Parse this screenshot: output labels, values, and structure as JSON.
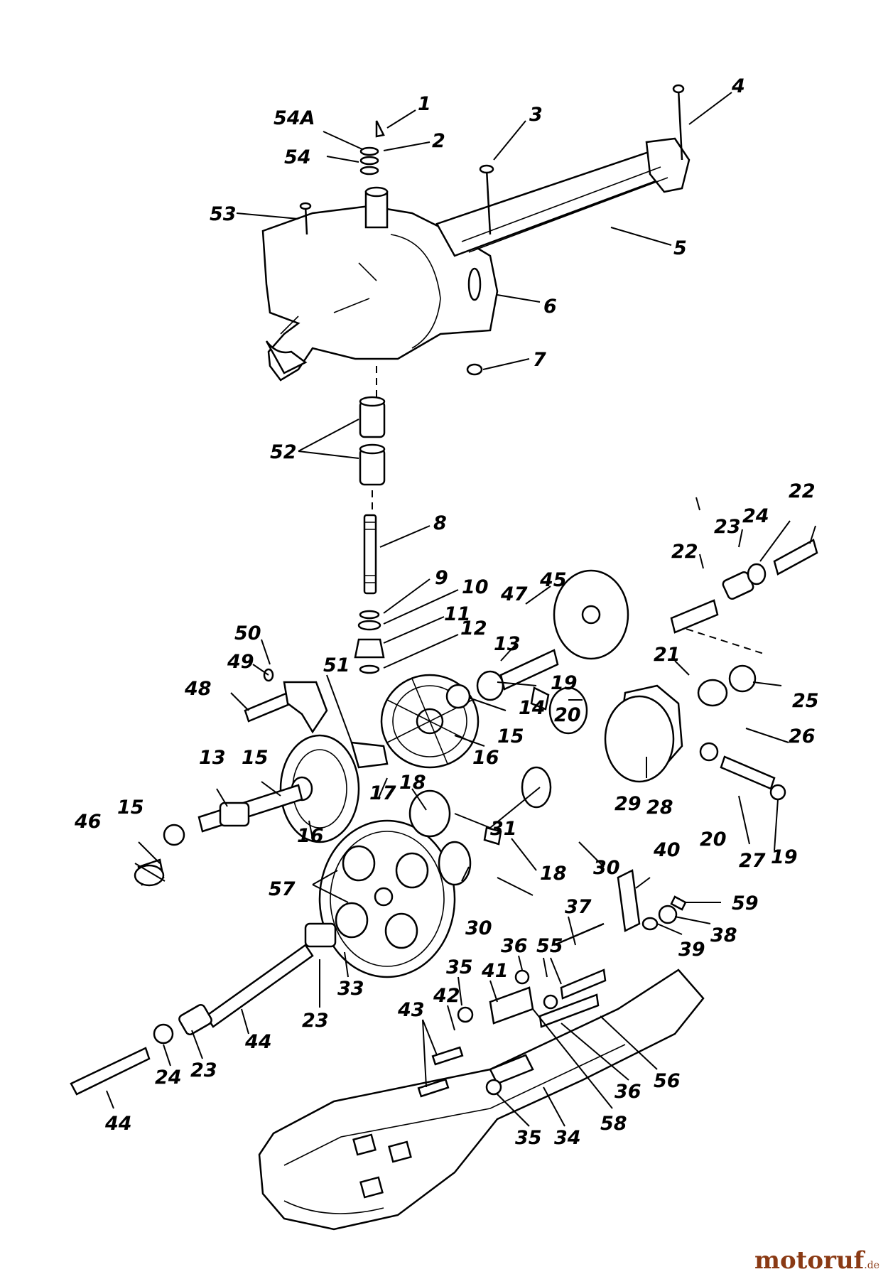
{
  "watermark": {
    "brand": "motoruf",
    "tld": ".de"
  },
  "parts": [
    {
      "id": "p1",
      "text": "1"
    },
    {
      "id": "p2",
      "text": "2"
    },
    {
      "id": "p54a",
      "text": "54A"
    },
    {
      "id": "p54",
      "text": "54"
    },
    {
      "id": "p3",
      "text": "3"
    },
    {
      "id": "p4",
      "text": "4"
    },
    {
      "id": "p53",
      "text": "53"
    },
    {
      "id": "p5",
      "text": "5"
    },
    {
      "id": "p6",
      "text": "6"
    },
    {
      "id": "p7",
      "text": "7"
    },
    {
      "id": "p52",
      "text": "52"
    },
    {
      "id": "p8",
      "text": "8"
    },
    {
      "id": "p9",
      "text": "9"
    },
    {
      "id": "p10",
      "text": "10"
    },
    {
      "id": "p11",
      "text": "11"
    },
    {
      "id": "p12",
      "text": "12"
    },
    {
      "id": "p47",
      "text": "47"
    },
    {
      "id": "p45",
      "text": "45"
    },
    {
      "id": "p22a",
      "text": "22"
    },
    {
      "id": "p22b",
      "text": "22"
    },
    {
      "id": "p23a",
      "text": "23"
    },
    {
      "id": "p24a",
      "text": "24"
    },
    {
      "id": "p50",
      "text": "50"
    },
    {
      "id": "p49",
      "text": "49"
    },
    {
      "id": "p48",
      "text": "48"
    },
    {
      "id": "p51",
      "text": "51"
    },
    {
      "id": "p13a",
      "text": "13"
    },
    {
      "id": "p14",
      "text": "14"
    },
    {
      "id": "p15a",
      "text": "15"
    },
    {
      "id": "p16a",
      "text": "16"
    },
    {
      "id": "p19a",
      "text": "19"
    },
    {
      "id": "p20a",
      "text": "20"
    },
    {
      "id": "p21",
      "text": "21"
    },
    {
      "id": "p25",
      "text": "25"
    },
    {
      "id": "p26",
      "text": "26"
    },
    {
      "id": "p13b",
      "text": "13"
    },
    {
      "id": "p15b",
      "text": "15"
    },
    {
      "id": "p15c",
      "text": "15"
    },
    {
      "id": "p46",
      "text": "46"
    },
    {
      "id": "p16b",
      "text": "16"
    },
    {
      "id": "p17",
      "text": "17"
    },
    {
      "id": "p18a",
      "text": "18"
    },
    {
      "id": "p31",
      "text": "31"
    },
    {
      "id": "p30a",
      "text": "30"
    },
    {
      "id": "p29",
      "text": "29"
    },
    {
      "id": "p28",
      "text": "28"
    },
    {
      "id": "p20b",
      "text": "20"
    },
    {
      "id": "p27",
      "text": "27"
    },
    {
      "id": "p19b",
      "text": "19"
    },
    {
      "id": "p57",
      "text": "57"
    },
    {
      "id": "p18b",
      "text": "18"
    },
    {
      "id": "p40",
      "text": "40"
    },
    {
      "id": "p59",
      "text": "59"
    },
    {
      "id": "p38",
      "text": "38"
    },
    {
      "id": "p39",
      "text": "39"
    },
    {
      "id": "p37",
      "text": "37"
    },
    {
      "id": "p30b",
      "text": "30"
    },
    {
      "id": "p36a",
      "text": "36"
    },
    {
      "id": "p55",
      "text": "55"
    },
    {
      "id": "p33",
      "text": "33"
    },
    {
      "id": "p23b",
      "text": "23"
    },
    {
      "id": "p35a",
      "text": "35"
    },
    {
      "id": "p41",
      "text": "41"
    },
    {
      "id": "p42",
      "text": "42"
    },
    {
      "id": "p43",
      "text": "43"
    },
    {
      "id": "p44a",
      "text": "44"
    },
    {
      "id": "p24b",
      "text": "24"
    },
    {
      "id": "p23c",
      "text": "23"
    },
    {
      "id": "p44b",
      "text": "44"
    },
    {
      "id": "p36b",
      "text": "36"
    },
    {
      "id": "p56",
      "text": "56"
    },
    {
      "id": "p58",
      "text": "58"
    },
    {
      "id": "p35b",
      "text": "35"
    },
    {
      "id": "p34",
      "text": "34"
    }
  ]
}
